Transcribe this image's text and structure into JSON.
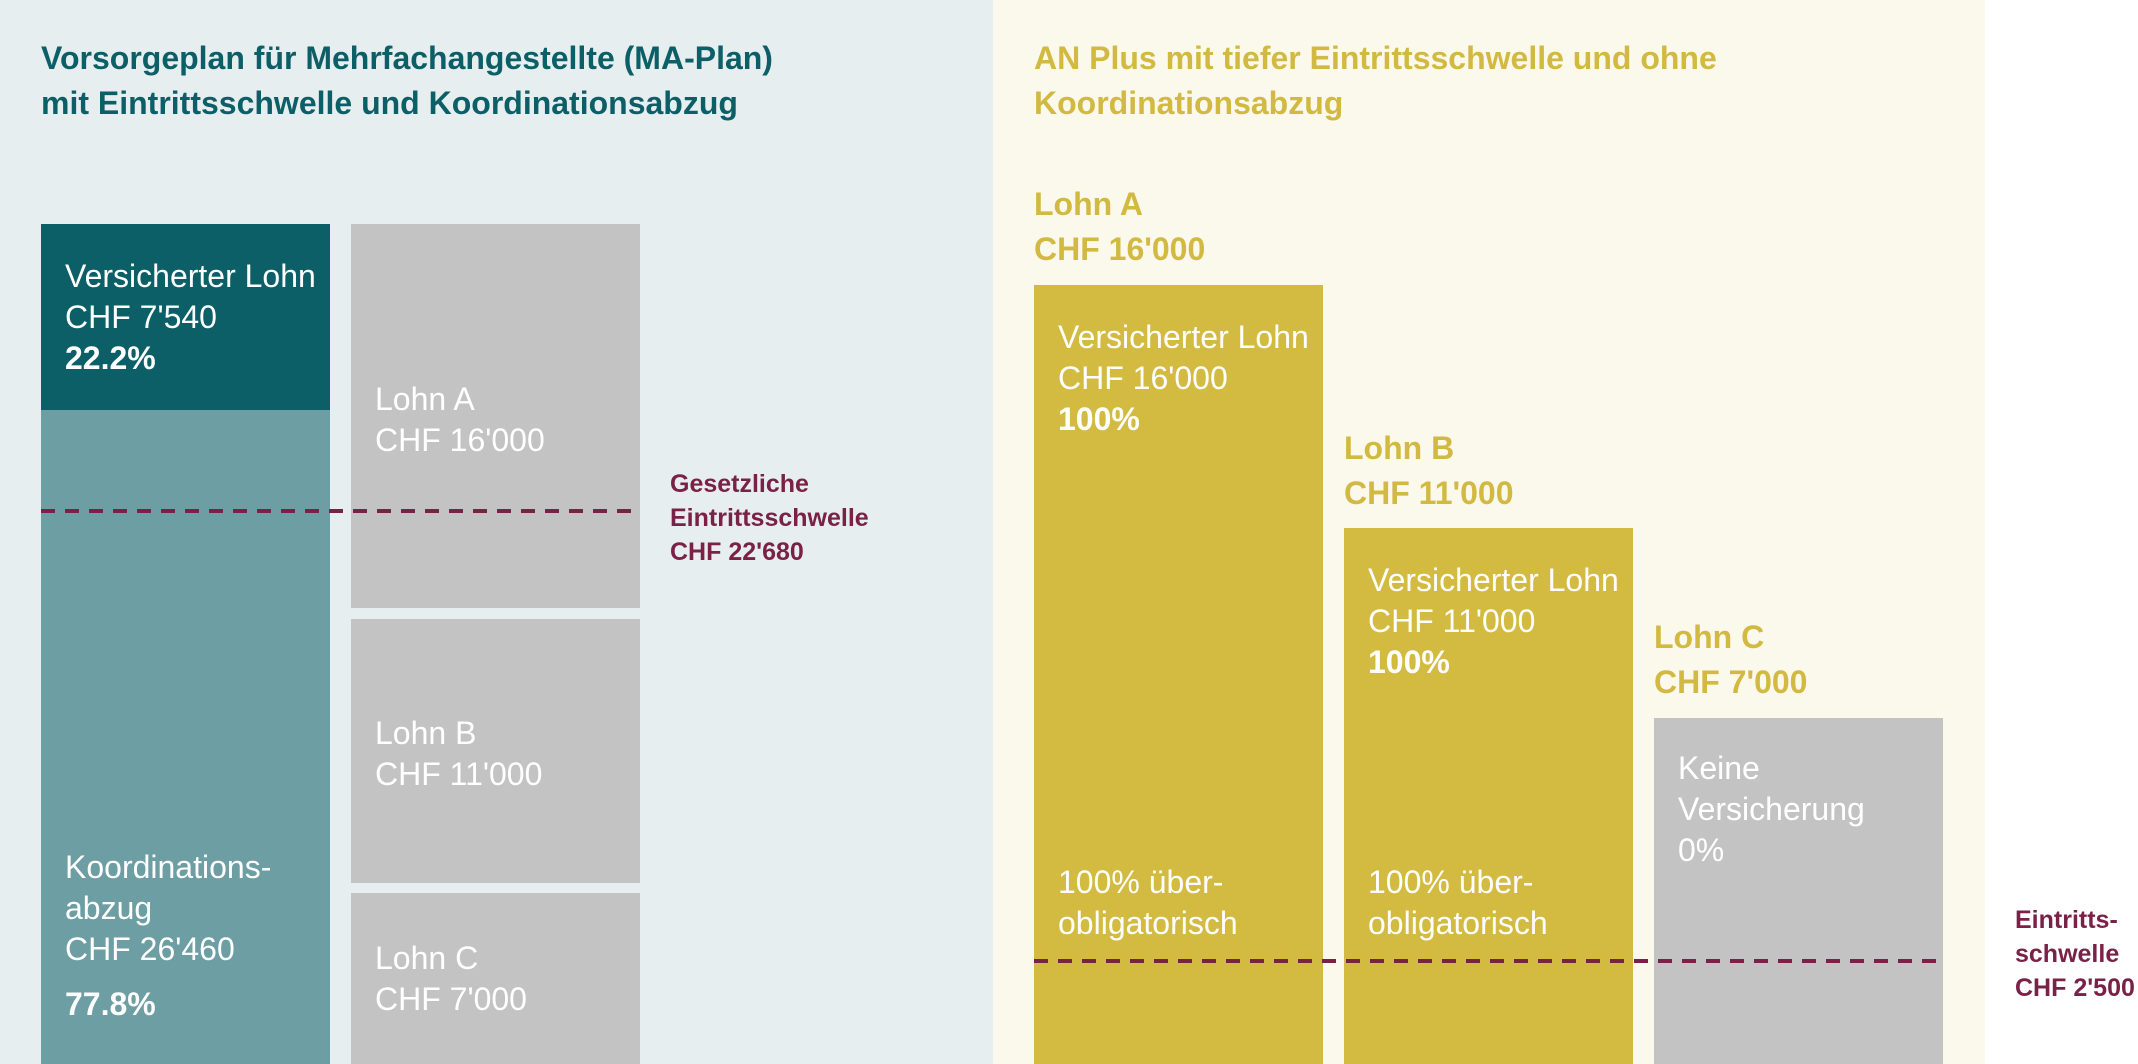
{
  "left_panel": {
    "title_line1": "Vorsorgeplan für Mehrfachangestellte (MA-Plan)",
    "title_line2": "mit Eintrittsschwelle und Koordinationsabzug",
    "insured": {
      "line1": "Versicherter Lohn",
      "line2": "CHF 7'540",
      "pct": "22.2%"
    },
    "coordination": {
      "line1": "Koordinations-",
      "line2": "abzug",
      "line3": "CHF 26'460",
      "pct": "77.8%"
    },
    "salaries": [
      {
        "line1": "Lohn A",
        "line2": "CHF 16'000"
      },
      {
        "line1": "Lohn B",
        "line2": "CHF 11'000"
      },
      {
        "line1": "Lohn C",
        "line2": "CHF 7'000"
      }
    ],
    "threshold": {
      "line1": "Gesetzliche",
      "line2": "Eintrittsschwelle",
      "line3": "CHF 22'680"
    }
  },
  "right_panel": {
    "title_line1": "AN Plus mit tiefer Eintrittsschwelle und ohne",
    "title_line2": "Koordinationsabzug",
    "bars": [
      {
        "head1": "Lohn A",
        "head2": "CHF 16'000",
        "t1": "Versicherter Lohn",
        "t2": "CHF 16'000",
        "pct": "100%",
        "b1": "100% über-",
        "b2": "obligatorisch"
      },
      {
        "head1": "Lohn B",
        "head2": "CHF 11'000",
        "t1": "Versicherter Lohn",
        "t2": "CHF 11'000",
        "pct": "100%",
        "b1": "100% über-",
        "b2": "obligatorisch"
      },
      {
        "head1": "Lohn C",
        "head2": "CHF 7'000",
        "t1": "Keine",
        "t2": "Versicherung",
        "pct": "0%"
      }
    ],
    "threshold": {
      "line1": "Eintritts-",
      "line2": "schwelle",
      "line3": "CHF 2'500"
    }
  },
  "colors": {
    "teal_dark": "#0c5f66",
    "teal_light": "#6c9ea3",
    "gray": "#c3c3c3",
    "gold": "#d3bb41",
    "maroon": "#7a2147"
  },
  "chart_data": [
    {
      "type": "bar",
      "title": "Vorsorgeplan für Mehrfachangestellte (MA-Plan) mit Eintrittsschwelle und Koordinationsabzug",
      "stacked": true,
      "series": [
        {
          "name": "Versicherter Lohn",
          "values": [
            7540
          ],
          "percent": 22.2
        },
        {
          "name": "Koordinationsabzug",
          "values": [
            26460
          ],
          "percent": 77.8
        }
      ],
      "salary_components": [
        {
          "name": "Lohn A",
          "value": 16000
        },
        {
          "name": "Lohn B",
          "value": 11000
        },
        {
          "name": "Lohn C",
          "value": 7000
        }
      ],
      "threshold": {
        "label": "Gesetzliche Eintrittsschwelle",
        "value": 22680
      },
      "total": 34000
    },
    {
      "type": "bar",
      "title": "AN Plus mit tiefer Eintrittsschwelle und ohne Koordinationsabzug",
      "categories": [
        "Lohn A",
        "Lohn B",
        "Lohn C"
      ],
      "values": [
        16000,
        11000,
        7000
      ],
      "insured_values": [
        16000,
        11000,
        0
      ],
      "insured_percent": [
        100,
        100,
        0
      ],
      "threshold": {
        "label": "Eintrittsschwelle",
        "value": 2500
      }
    }
  ]
}
